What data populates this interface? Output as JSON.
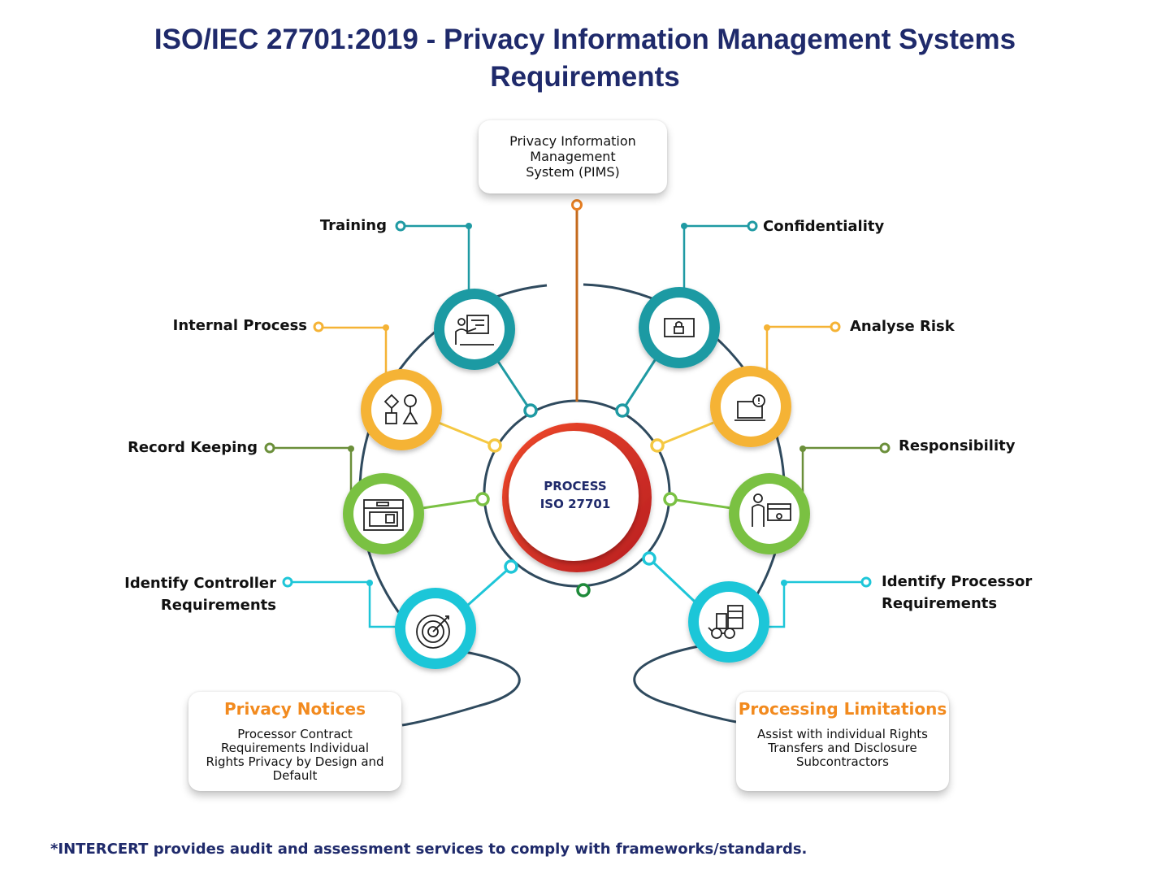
{
  "title": {
    "line1": "ISO/IEC 27701:2019 - Privacy Information Management Systems",
    "line2": "Requirements"
  },
  "center": {
    "line1": "PROCESS",
    "line2": "ISO 27701"
  },
  "top_box": {
    "line1": "Privacy Information",
    "line2": "Management",
    "line3": "System (PIMS)"
  },
  "labels": {
    "training": "Training",
    "internal_process": "Internal Process",
    "record_keeping": "Record Keeping",
    "identify_controller_1": "Identify  Controller",
    "identify_controller_2": "Requirements",
    "confidentiality": "Confidentiality",
    "analyse_risk": "Analyse Risk",
    "responsibility": "Responsibility",
    "identify_processor_1": "Identify Processor",
    "identify_processor_2": "Requirements"
  },
  "privacy_notices": {
    "heading": "Privacy Notices",
    "line1": "Processor Contract",
    "line2": "Requirements Individual",
    "line3": "Rights Privacy by Design and",
    "line4": "Default"
  },
  "processing_limitations": {
    "heading": "Processing Limitations",
    "line1": "Assist with individual Rights",
    "line2": "Transfers and Disclosure",
    "line3": "Subcontractors"
  },
  "footer": "*INTERCERT provides audit and assessment services to comply with frameworks/standards.",
  "colors": {
    "navy": "#1f2a6b",
    "teal": "#1f9aa3",
    "orange_yellow": "#f5b335",
    "green": "#7ac143",
    "cyan": "#1ec6d8",
    "orange": "#e67e22",
    "red": "#e8412b",
    "olive": "#6b8f3a"
  },
  "icons": {
    "training": "presentation-icon",
    "confidentiality": "laptop-lock-icon",
    "internal_process": "shapes-icon",
    "analyse_risk": "laptop-alert-icon",
    "record_keeping": "barcode-machine-icon",
    "responsibility": "person-dashboard-icon",
    "identify_controller": "target-icon",
    "identify_processor": "devices-glasses-icon"
  }
}
